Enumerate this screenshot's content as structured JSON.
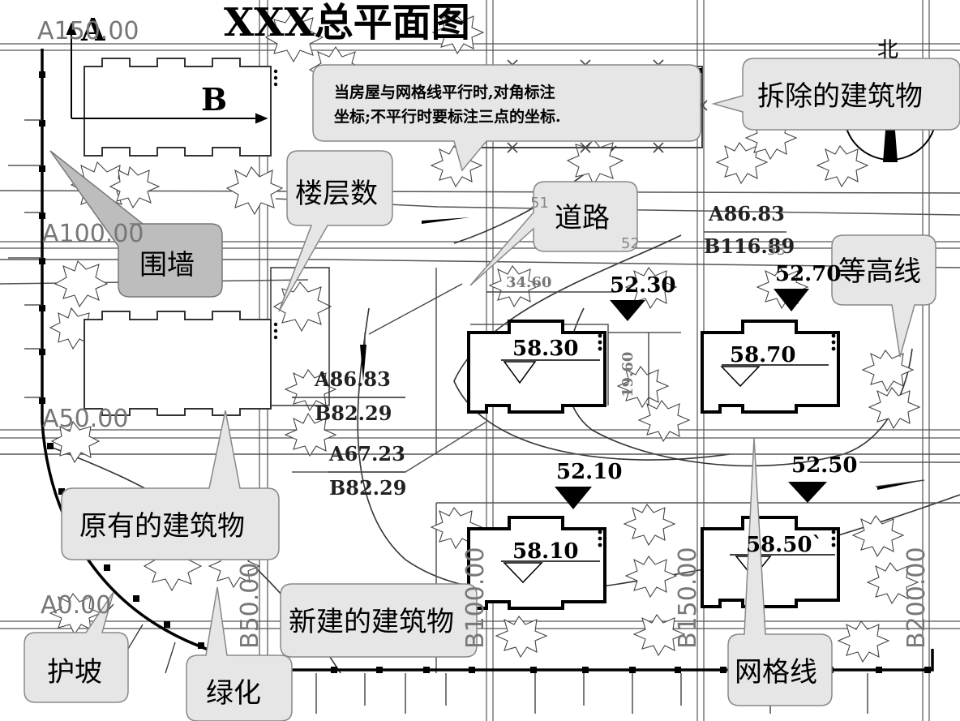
{
  "title": "XXX总平面图",
  "north_label": "北",
  "note": {
    "line1": "当房屋与网格线平行时,对角标注",
    "line2": "坐标;不平行时要标注三点的坐标."
  },
  "callouts": {
    "demolished": "拆除的建筑物",
    "floors": "楼层数",
    "road": "道路",
    "wall": "围墙",
    "contour": "等高线",
    "existing": "原有的建筑物",
    "new_building": "新建的建筑物",
    "slope": "护坡",
    "greening": "绿化",
    "grid": "网格线"
  },
  "axis_letters": {
    "a": "A",
    "b": "B"
  },
  "grid_labels_a": [
    "A150.00",
    "A100.00",
    "A50.00",
    "A0.00"
  ],
  "grid_labels_b": [
    "B50.00",
    "B100.00",
    "B150.00",
    "B200.00"
  ],
  "coords": {
    "c1_a": "A86.83",
    "c1_b": "B116.89",
    "c2_a": "A86.83",
    "c2_b": "B82.29",
    "c3_a": "A67.23",
    "c3_b": "B82.29"
  },
  "contour_values": [
    "51",
    "52",
    "53"
  ],
  "elevations": {
    "e1": "52.30",
    "e2": "52.70",
    "e3": "52.10",
    "e4": "52.50"
  },
  "buildings": {
    "b1": "58.30",
    "b2": "58.70",
    "b3": "58.10",
    "b4": "58.50`"
  },
  "dims": {
    "d1": "34.60",
    "d2": "19.60"
  }
}
